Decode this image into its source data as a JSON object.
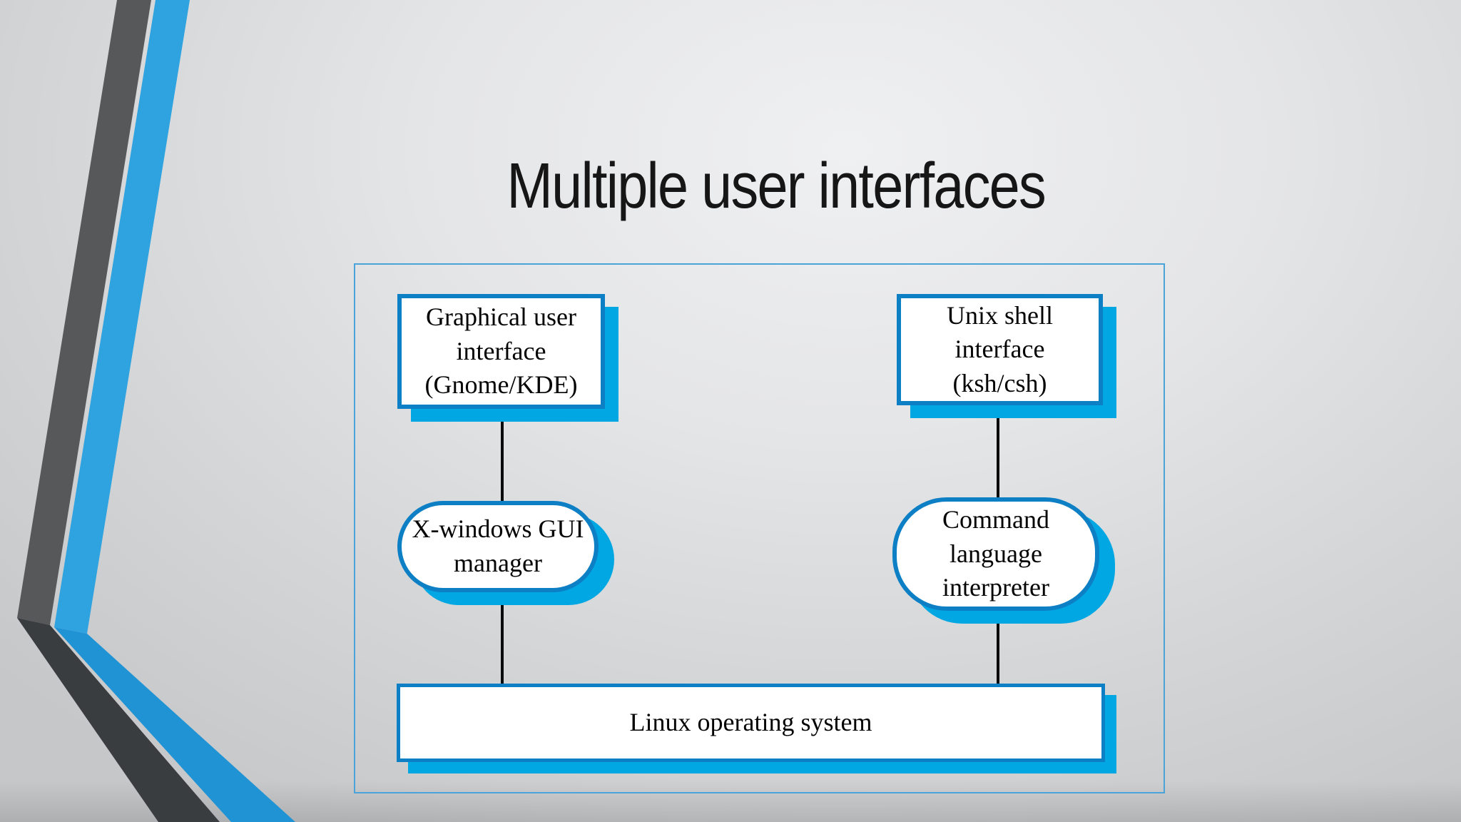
{
  "title": "Multiple user interfaces",
  "diagram": {
    "gui_box": {
      "line1": "Graphical user",
      "line2": "interface",
      "line3": "(Gnome/KDE)"
    },
    "unix_box": {
      "line1": "Unix shell",
      "line2": "interface",
      "line3": "(ksh/csh)"
    },
    "xwin_box": {
      "line1": "X-windows GUI",
      "line2": "manager"
    },
    "cmd_box": {
      "line1": "Command",
      "line2": "language",
      "line3": "interpreter"
    },
    "linux_box": {
      "line1": "Linux operating system"
    }
  },
  "colors": {
    "accent_blue_border": "#0d7fc5",
    "accent_blue_shadow": "#00a7e3",
    "container_border": "#4aa4da",
    "connector_black": "#0b0b0b",
    "ribbon_gray": "#57585a",
    "ribbon_gray_dark": "#3a3d40",
    "ribbon_blue": "#2fa3e0",
    "ribbon_blue_dark": "#2093d5"
  }
}
